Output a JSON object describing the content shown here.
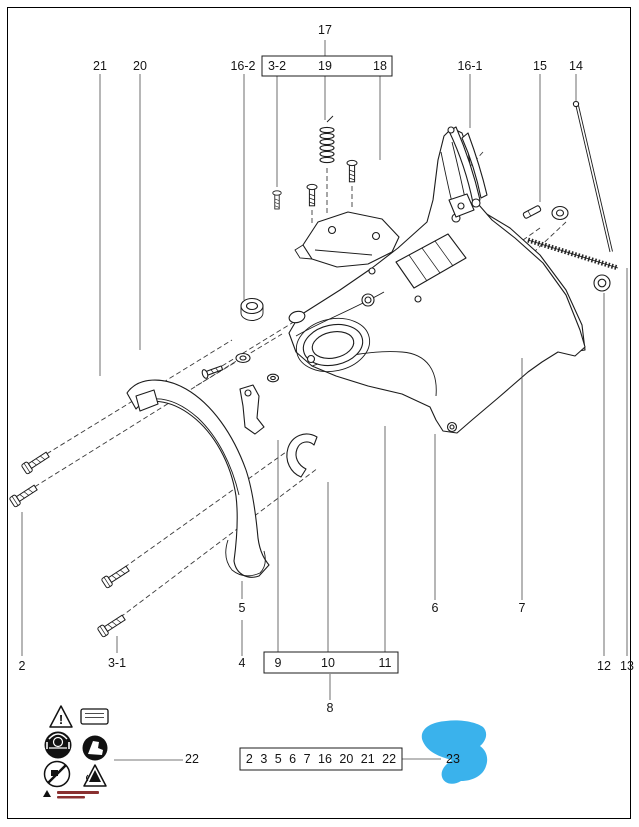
{
  "figure": {
    "type": "exploded-parts-diagram",
    "highlight_color": "#3ab2ec"
  },
  "callouts": {
    "c2": "2",
    "c3_1": "3-1",
    "c3_2": "3-2",
    "c4": "4",
    "c5": "5",
    "c6": "6",
    "c7": "7",
    "c8": "8",
    "c9": "9",
    "c10": "10",
    "c11": "11",
    "c12": "12",
    "c13": "13",
    "c14": "14",
    "c15": "15",
    "c16_1": "16-1",
    "c16_2": "16-2",
    "c17": "17",
    "c18": "18",
    "c19": "19",
    "c20": "20",
    "c21": "21",
    "c22": "22",
    "c23": "23"
  },
  "kit_box": {
    "label": "2 3 5 6 7 16 20 21 22"
  },
  "safety_panel": {
    "warning_glyph": "!",
    "icons": [
      "warning-triangle-icon",
      "instruction-manual-icon",
      "ear-eye-protection-icon",
      "protective-boots-icon",
      "no-open-flame-icon",
      "kickback-warning-icon"
    ]
  }
}
